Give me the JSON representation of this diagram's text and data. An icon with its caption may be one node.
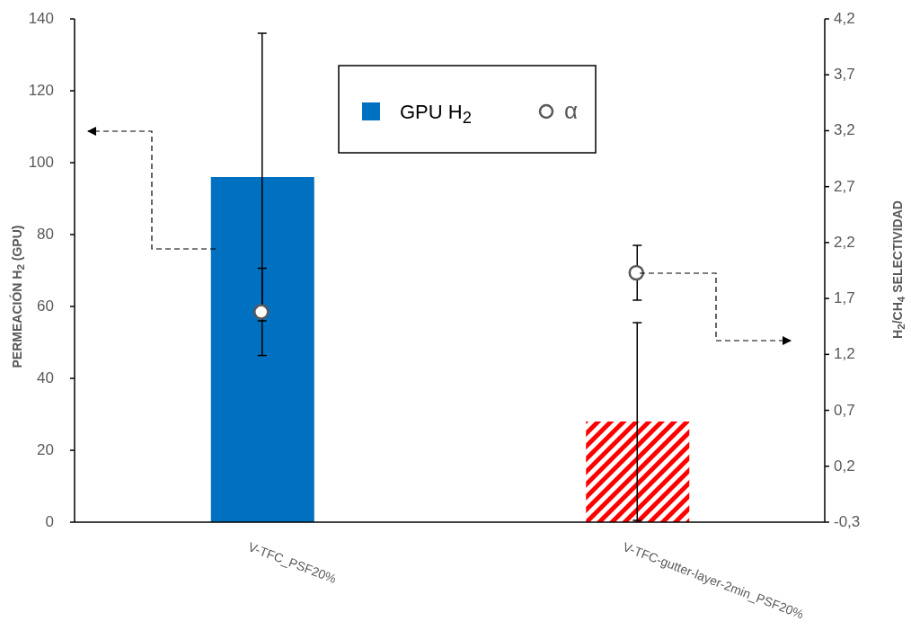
{
  "diagram": {
    "chart_data": {
      "type": "bar",
      "ylabel": "PERMEACIÓN H$_{2}$ (GPU)",
      "y2label": "H$_{2}$/CH$_{4}$ SELECTIVIDAD",
      "categories": [
        "V-TFC_PSF20%",
        "V-TFC-gutter-layer-2min_PSF20%"
      ],
      "legend": "top",
      "ylim": [
        0,
        140
      ],
      "yticks": [
        0,
        20,
        40,
        60,
        80,
        100,
        120,
        140
      ],
      "y2lim": [
        -0.3,
        4.2
      ],
      "y2ticks": [
        {
          "value": -0.3,
          "label": "-0,3"
        },
        {
          "value": 0.2,
          "label": "0,2"
        },
        {
          "value": 0.7,
          "label": "0,7"
        },
        {
          "value": 1.2,
          "label": "1,2"
        },
        {
          "value": 1.7,
          "label": "1,7"
        },
        {
          "value": 2.2,
          "label": "2,2"
        },
        {
          "value": 2.7,
          "label": "2,7"
        },
        {
          "value": 3.2,
          "label": "3,2"
        },
        {
          "value": 3.7,
          "label": "3,7"
        },
        {
          "value": 4.2,
          "label": "4,2"
        }
      ],
      "series": [
        {
          "name": "GPU H$_{2}$",
          "color": "#0070c0",
          "values": [
            96,
            null
          ],
          "errors": [
            40,
            null
          ]
        },
        {
          "color": "#ff0000",
          "values": [
            null,
            28
          ],
          "errors": [
            null,
            27.5
          ]
        },
        {
          "name": "α",
          "type": "scatter",
          "axis": "y2",
          "values": [
            1.58,
            1.93
          ],
          "errors": [
            0.39,
            0.245
          ]
        }
      ]
    }
  }
}
